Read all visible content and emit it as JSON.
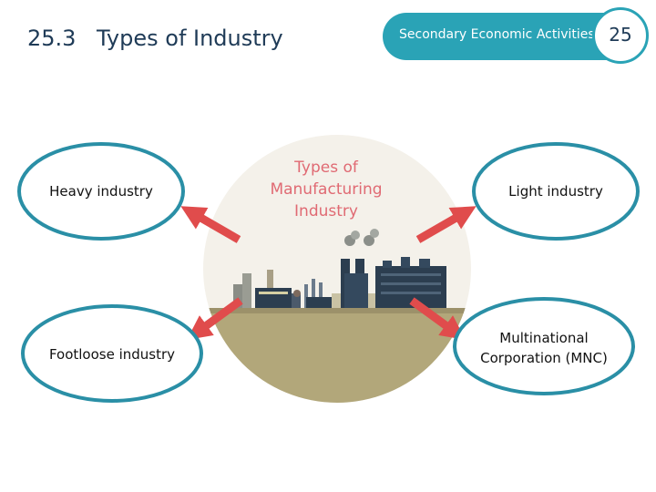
{
  "header": {
    "section_number": "25.3",
    "title": "Types of Industry",
    "banner_text": "Secondary Economic Activities",
    "chapter_number": "25"
  },
  "center": {
    "title_lines": [
      "Types of",
      "Manufacturing",
      "Industry"
    ],
    "title_color": "#e06a73"
  },
  "nodes": {
    "heavy": "Heavy industry",
    "light": "Light industry",
    "footloose": "Footloose industry",
    "mnc_line1": "Multinational",
    "mnc_line2": "Corporation (MNC)"
  },
  "colors": {
    "accent": "#2aa3b6",
    "arrow": "#e04c4c",
    "circle_bg": "#f4f1ea",
    "ground": "#b2a77a",
    "factory": "#2c3e50"
  }
}
